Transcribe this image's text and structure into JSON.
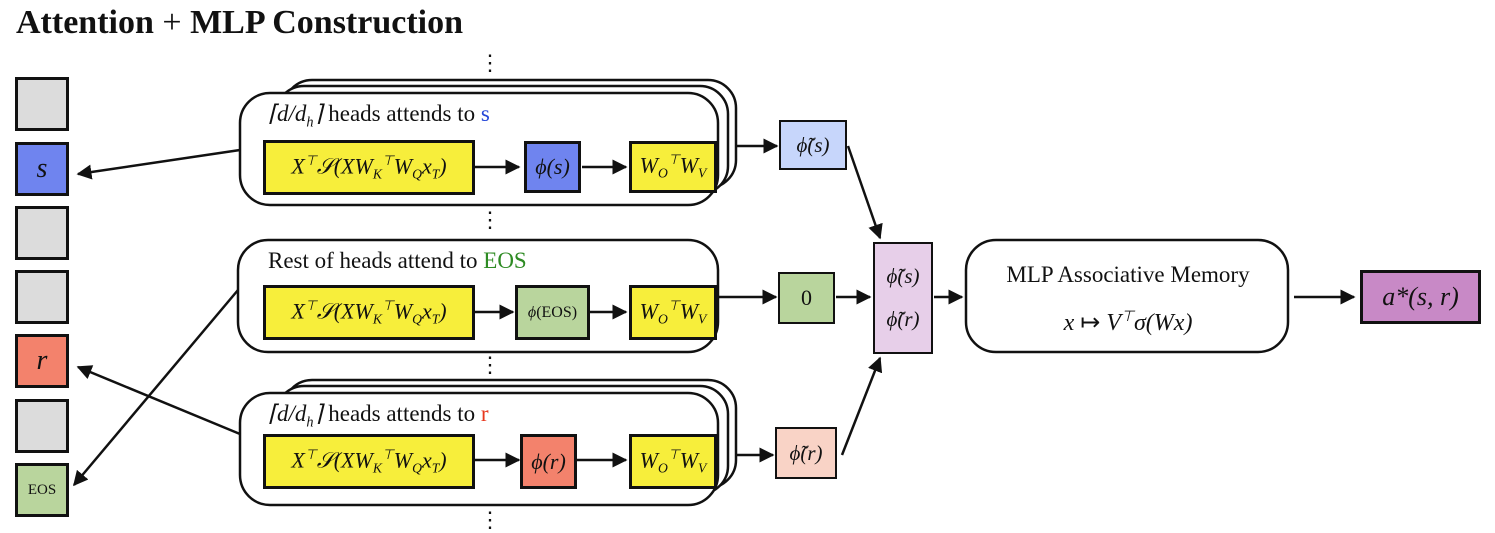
{
  "title": {
    "main": "Attention",
    "plus": "+",
    "rest": "MLP Construction"
  },
  "colors": {
    "gray": "#dcdcdc",
    "blue": "#6f84ef",
    "red": "#f3826c",
    "green": "#b9d59d",
    "yellow": "#f7ee3b",
    "light_blue": "#c7d6fb",
    "light_red": "#f9d3c6",
    "light_purple": "#e7cfe9",
    "purple": "#c889c6",
    "s_text": "#2446d8",
    "r_text": "#e8371d",
    "eos_text": "#2e8b23"
  },
  "sequence": {
    "s_label": "s",
    "r_label": "r",
    "eos_label": "EOS"
  },
  "head_top": {
    "prefix": "heads attends to",
    "target": "s"
  },
  "head_mid": {
    "prefix": "Rest of heads attend to",
    "target": "EOS"
  },
  "head_bot": {
    "prefix": "heads attends to",
    "target": "r"
  },
  "phi": {
    "s": "s",
    "eos": "EOS",
    "r": "r"
  },
  "zero_value": "0",
  "mlp": {
    "title": "MLP Associative Memory"
  },
  "output": {
    "label": "a*(s, r)"
  },
  "ellipsis": "⋮"
}
